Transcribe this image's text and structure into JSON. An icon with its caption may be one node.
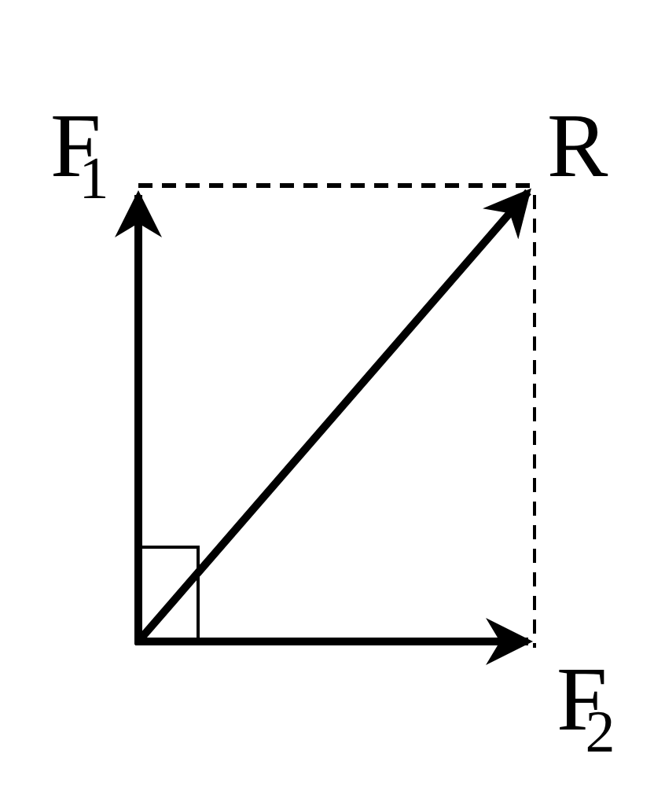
{
  "diagram": {
    "labels": [
      "F$_{1}$",
      "R",
      "F$_{2}$"
    ]
  }
}
